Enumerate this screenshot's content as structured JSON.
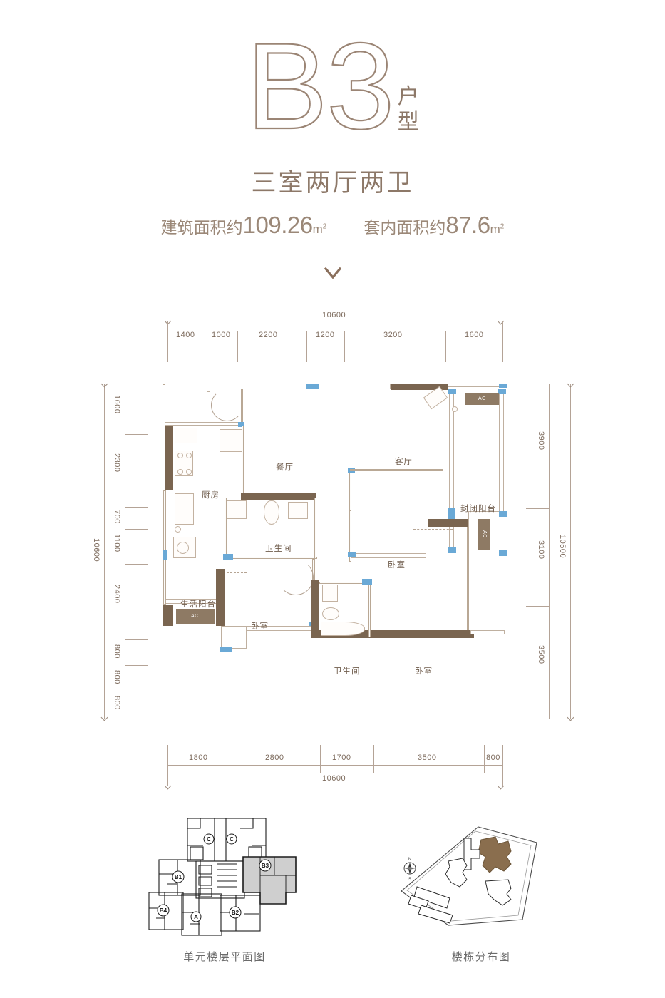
{
  "header": {
    "code": "B3",
    "code_suffix_line1": "户",
    "code_suffix_line2": "型",
    "subtitle": "三室两厅两卫",
    "areas": [
      {
        "label": "建筑面积约",
        "value": "109.26",
        "unit": "m",
        "sup": "2"
      },
      {
        "label": "套内面积约",
        "value": "87.6",
        "unit": "m",
        "sup": "2"
      }
    ]
  },
  "divider": {
    "icon": "chevron-down-icon"
  },
  "plan": {
    "dimensions": {
      "top_total": "10600",
      "top_segments": [
        "1400",
        "1000",
        "2200",
        "1200",
        "3200",
        "1600"
      ],
      "bottom_total": "10600",
      "bottom_segments": [
        "1800",
        "2800",
        "1700",
        "3500",
        "800"
      ],
      "left_total": "10600",
      "left_segments": [
        "1600",
        "2300",
        "700",
        "1100",
        "2400",
        "800",
        "800",
        "800"
      ],
      "right_total": "10500",
      "right_segments": [
        "3900",
        "3100",
        "3500"
      ]
    },
    "rooms": [
      {
        "name": "kitchen",
        "label": "厨房"
      },
      {
        "name": "dining-room",
        "label": "餐厅"
      },
      {
        "name": "living-room",
        "label": "客厅"
      },
      {
        "name": "enclosed-balcony",
        "label": "封闭阳台"
      },
      {
        "name": "bathroom-main",
        "label": "卫生间"
      },
      {
        "name": "bedroom-north",
        "label": "卧室"
      },
      {
        "name": "utility-balcony",
        "label": "生活阳台"
      },
      {
        "name": "bedroom-west",
        "label": "卧室"
      },
      {
        "name": "bathroom-second",
        "label": "卫生间"
      },
      {
        "name": "bedroom-master",
        "label": "卧室"
      }
    ],
    "ac_units": [
      "AC",
      "AC",
      "AC"
    ]
  },
  "thumbnails": [
    {
      "name": "unit-floor-plan",
      "caption": "单元楼层平面图",
      "unit_tags": [
        "C",
        "C",
        "B1",
        "B3",
        "B4",
        "A",
        "B2"
      ],
      "highlighted_unit": "B3"
    },
    {
      "name": "building-distribution-map",
      "caption": "楼栋分布图",
      "compass_north": "N",
      "compass_south": "S"
    }
  ],
  "colors": {
    "brand_brown": "#8d7868",
    "wall_dark": "#7a6550",
    "window_blue": "#6aa9d6",
    "dim_line": "#b4a396",
    "highlight_gray": "#cfcfcf"
  }
}
